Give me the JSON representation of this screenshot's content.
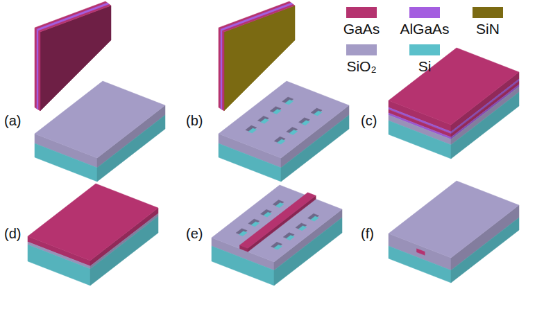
{
  "diagram": {
    "labels": [
      "(a)",
      "(b)",
      "(c)",
      "(d)",
      "(e)",
      "(f)"
    ],
    "legend": [
      {
        "text": "GaAs",
        "color": "#b5336f"
      },
      {
        "text": "AlGaAs",
        "color": "#a45ee0"
      },
      {
        "text": "SiN",
        "color": "#7b6a12"
      },
      {
        "text": "SiO₂",
        "color": "#a49cc6"
      },
      {
        "text": "Si",
        "color": "#5bc0ca"
      }
    ]
  }
}
